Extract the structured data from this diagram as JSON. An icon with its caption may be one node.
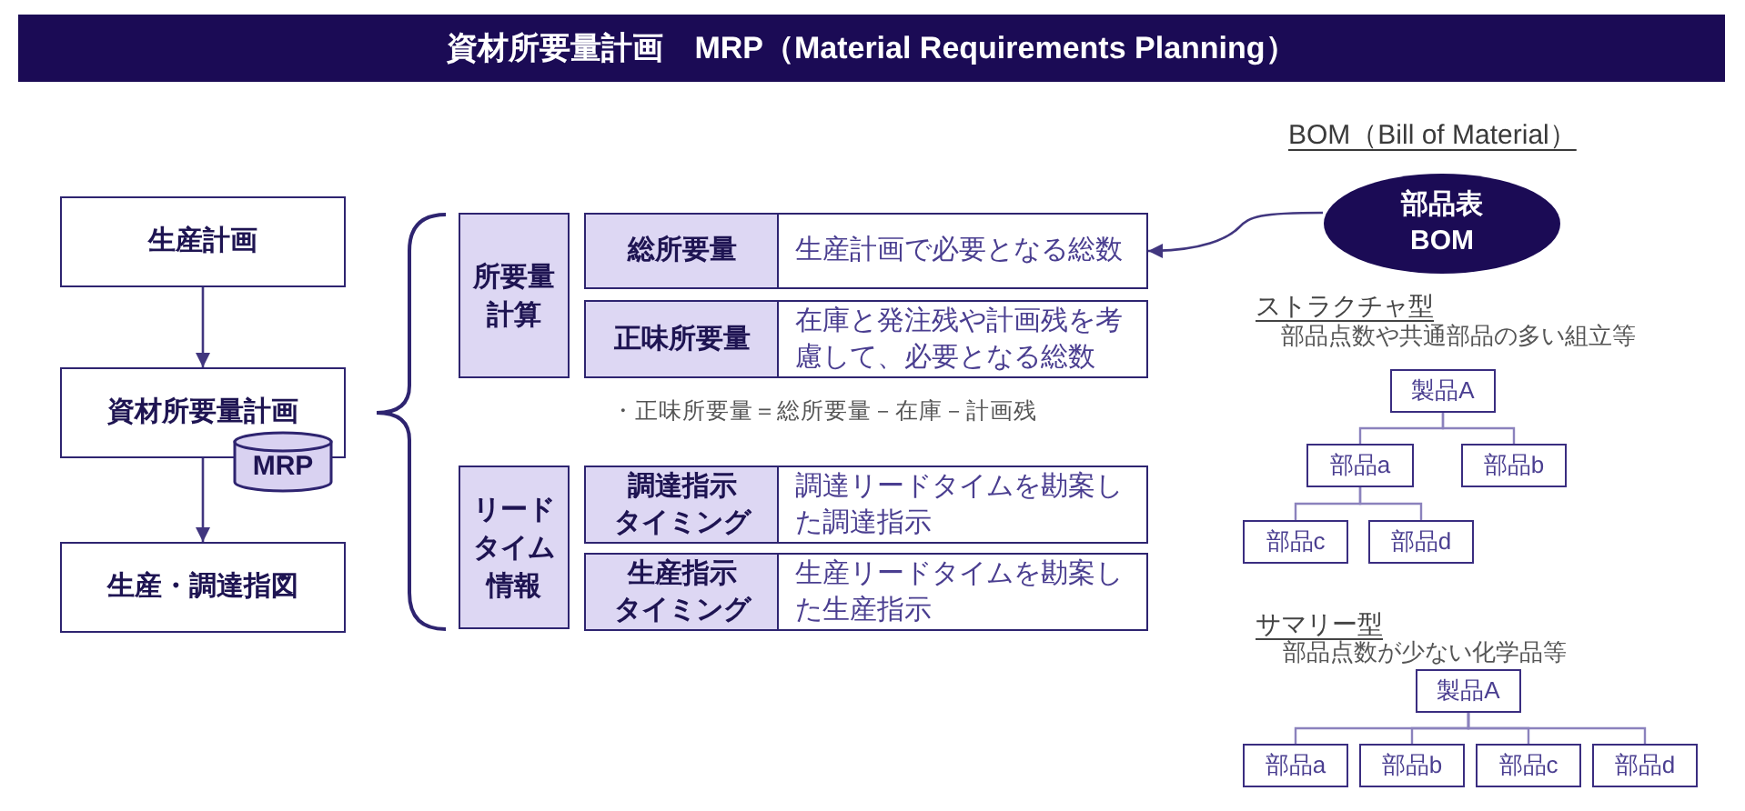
{
  "diagram": {
    "title": "資材所要量計画　MRP（Material Requirements Planning）",
    "nodes": [
      {
        "text": [
          "生産計画"
        ]
      },
      {
        "text": [
          "資材所要量計画"
        ]
      },
      {
        "text": [
          "MRP"
        ]
      },
      {
        "text": [
          "生産・調達指図"
        ]
      },
      {
        "text": [
          "所要量計算"
        ]
      },
      {
        "text": [
          "総所要量"
        ]
      },
      {
        "text": [
          "生産計画で必要となる総数"
        ]
      },
      {
        "text": [
          "正味所要量"
        ]
      },
      {
        "text": [
          "在庫と発注残や計画残を考慮して、必要となる総数"
        ]
      },
      {
        "text": [
          "リードタイム情報"
        ]
      },
      {
        "text": [
          "調達指示",
          "タイミング"
        ]
      },
      {
        "text": [
          "調達リードタイムを勘案した調達指示"
        ]
      },
      {
        "text": [
          "生産指示",
          "タイミング"
        ]
      },
      {
        "text": [
          "生産リードタイムを勘案した生産指示"
        ]
      },
      {
        "text": [
          "部品表",
          "BOM"
        ]
      },
      {
        "text": [
          "製品A"
        ]
      },
      {
        "text": [
          "部品a"
        ]
      },
      {
        "text": [
          "部品b"
        ]
      },
      {
        "text": [
          "部品c"
        ]
      },
      {
        "text": [
          "部品d"
        ]
      },
      {
        "text": [
          "製品A"
        ]
      },
      {
        "text": [
          "部品a"
        ]
      },
      {
        "text": [
          "部品b"
        ]
      },
      {
        "text": [
          "部品c"
        ]
      },
      {
        "text": [
          "部品d"
        ]
      }
    ],
    "edges": [
      {
        "from": 0,
        "to": 1,
        "arrow": "to",
        "color": "#41367f"
      },
      {
        "from": 1,
        "to": 3,
        "arrow": "to",
        "color": "#41367f"
      },
      {
        "from": 14,
        "to": 6,
        "arrow": "to",
        "color": "#41367f"
      },
      {
        "from": 15,
        "to": 16,
        "arrow": "none"
      },
      {
        "from": 15,
        "to": 17,
        "arrow": "none"
      },
      {
        "from": 16,
        "to": 18,
        "arrow": "none"
      },
      {
        "from": 16,
        "to": 19,
        "arrow": "none"
      },
      {
        "from": 20,
        "to": 21,
        "arrow": "none"
      },
      {
        "from": 20,
        "to": 22,
        "arrow": "none"
      },
      {
        "from": 20,
        "to": 23,
        "arrow": "none"
      },
      {
        "from": 20,
        "to": 24,
        "arrow": "none"
      }
    ],
    "labels": [
      "・正味所要量＝総所要量－在庫－計画残",
      "BOM（Bill of Material）",
      "ストラクチャ型",
      "部品点数や共通部品の多い組立等",
      "サマリー型",
      "部品点数が少ない化学品等"
    ]
  }
}
